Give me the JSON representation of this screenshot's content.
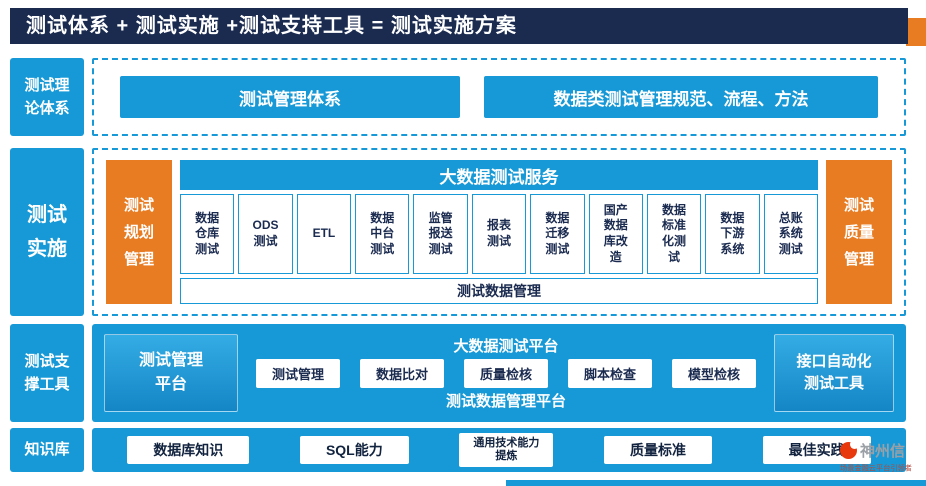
{
  "banner": {
    "title": "测试体系 + 测试实施 +测试支持工具 = 测试实施方案"
  },
  "colors": {
    "navy": "#1b2b50",
    "blue": "#1699d6",
    "orange": "#e87c22"
  },
  "sidebar": {
    "theory": "测试理\n论体系",
    "implementation": "测试\n实施",
    "support": "测试支\n撑工具",
    "knowledge": "知识库"
  },
  "theory": {
    "box1": "测试管理体系",
    "box2": "数据类测试管理规范、流程、方法"
  },
  "implementation": {
    "left": "测试\n规划\n管理",
    "header": "大数据测试服务",
    "services": [
      "数据\n仓库\n测试",
      "ODS\n测试",
      "ETL",
      "数据\n中台\n测试",
      "监管\n报送\n测试",
      "报表\n测试",
      "数据\n迁移\n测试",
      "国产\n数据\n库改\n造",
      "数据\n标准\n化测\n试",
      "数据\n下游\n系统",
      "总账\n系统\n测试"
    ],
    "footer": "测试数据管理",
    "right": "测试\n质量\n管理"
  },
  "platform": {
    "left": "测试管理\n平台",
    "header": "大数据测试平台",
    "tools": [
      "测试管理",
      "数据比对",
      "质量检核",
      "脚本检查",
      "模型检核"
    ],
    "footer": "测试数据管理平台",
    "right": "接口自动化\n测试工具"
  },
  "knowledge": {
    "items": [
      "数据库知识",
      "SQL能力",
      "通用技术能力\n提炼",
      "质量标准",
      "最佳实践"
    ]
  },
  "logo": {
    "brand": "神州信",
    "slogan": "场景金融云平台引领者"
  }
}
